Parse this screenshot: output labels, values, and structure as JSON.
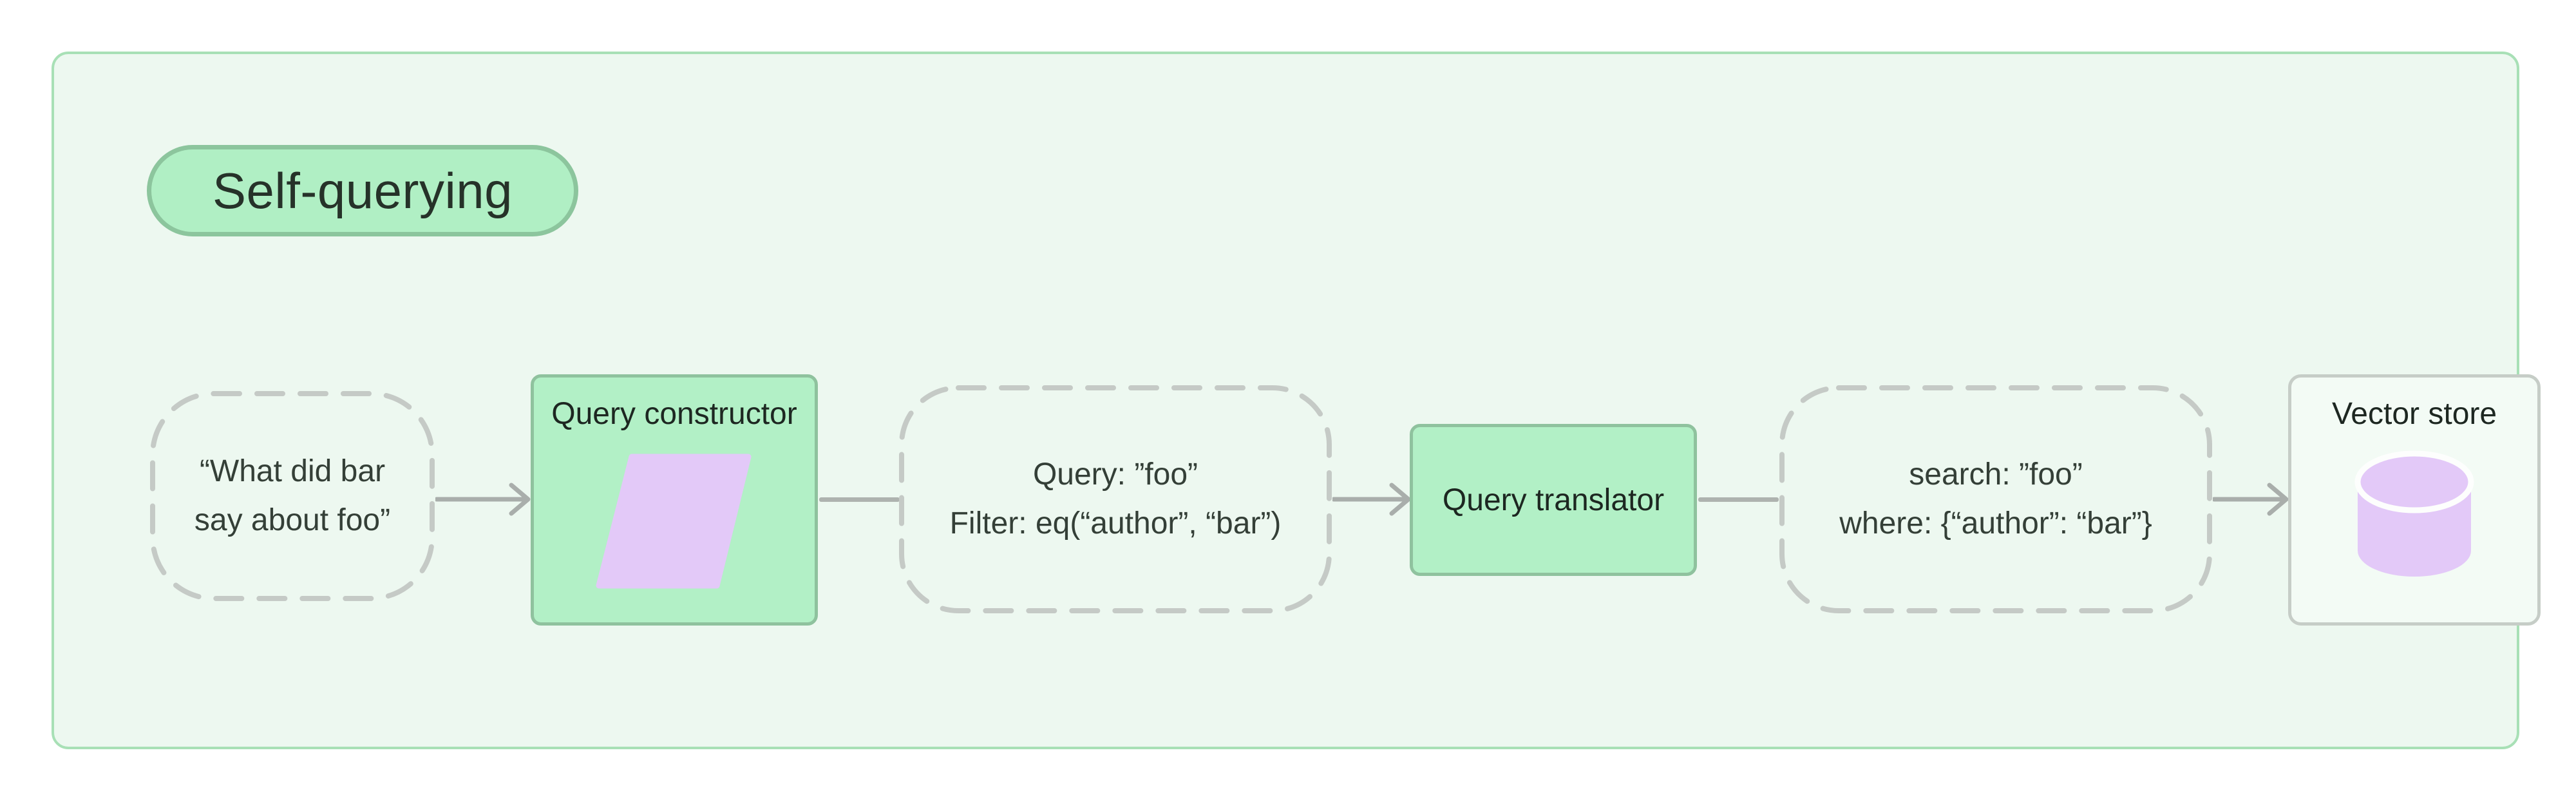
{
  "title": "Self-querying",
  "nodes": {
    "input": {
      "lines": [
        "“What did bar",
        "say about foo”"
      ]
    },
    "query_constructor": {
      "label": "Query constructor",
      "icon": "parallelogram-icon"
    },
    "constructed_query": {
      "lines": [
        "Query: ”foo”",
        "Filter: eq(“author”, “bar”)"
      ]
    },
    "query_translator": {
      "label": "Query translator"
    },
    "translated_query": {
      "lines": [
        "search: ”foo”",
        "where: {“author”: “bar”}"
      ]
    },
    "vector_store": {
      "label": "Vector store",
      "icon": "database-cylinder-icon"
    }
  },
  "colors": {
    "panel_background": "#edf8f0",
    "panel_border": "#a8e0b6",
    "badge_fill": "#b0efc4",
    "badge_border": "#8cc59d",
    "green_fill": "#b2f0c6",
    "green_border": "#8fc29e",
    "purple_icon": "#e3c9f8",
    "dash_stroke": "#c5cac6",
    "connector_gray": "#a9aeab",
    "vector_store_fill": "#f3fbf5",
    "vector_store_border": "#c6cdc7",
    "text_dark": "#1d2721",
    "text_body": "#343f37"
  }
}
